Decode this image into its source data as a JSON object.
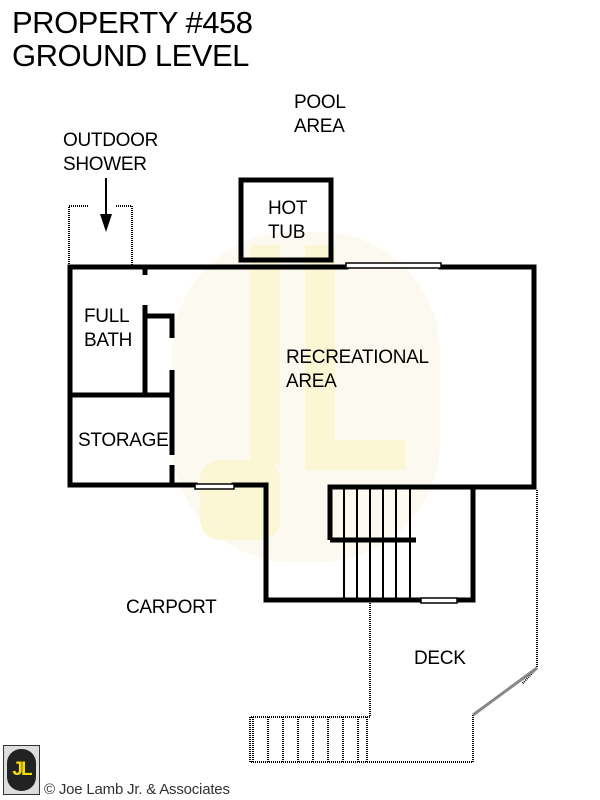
{
  "header": {
    "title_line1": "PROPERTY #458",
    "title_line2": "GROUND LEVEL"
  },
  "rooms": {
    "pool_area": [
      "POOL",
      "AREA"
    ],
    "outdoor_shower": [
      "OUTDOOR",
      "SHOWER"
    ],
    "hot_tub": [
      "HOT",
      "TUB"
    ],
    "full_bath": [
      "FULL",
      "BATH"
    ],
    "storage": "STORAGE",
    "recreational_area": [
      "RECREATIONAL",
      "AREA"
    ],
    "carport": "CARPORT",
    "deck": "DECK"
  },
  "footer": {
    "logo_text": "JL",
    "copyright": "© Joe Lamb Jr. & Associates"
  },
  "colors": {
    "wall": "#000000",
    "watermark": "#fbf8d8",
    "logo_yellow": "#f5d90a"
  }
}
